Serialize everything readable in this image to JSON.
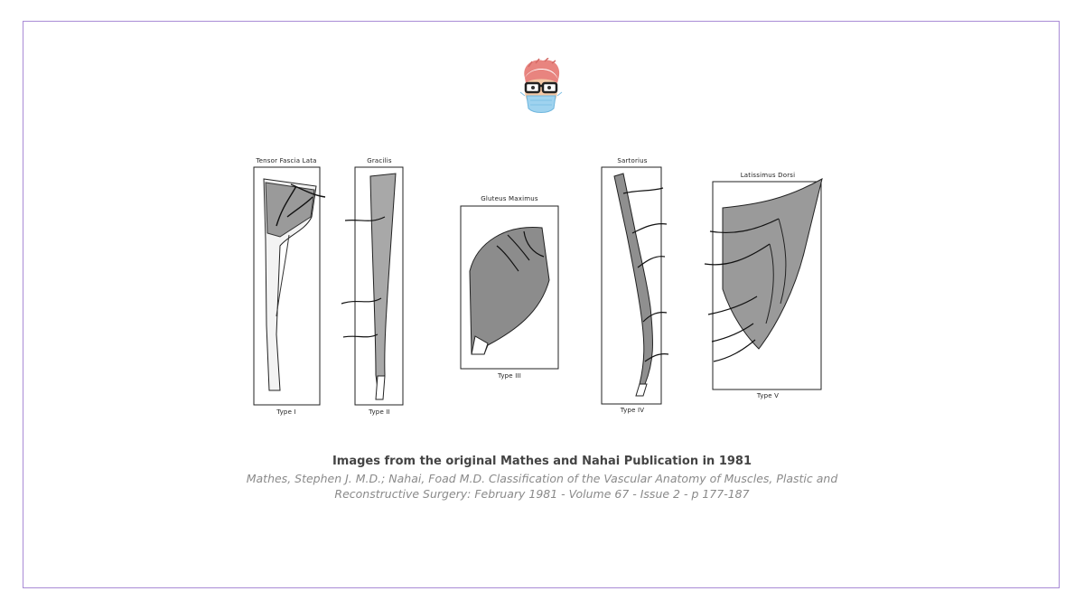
{
  "figure": {
    "panels": [
      {
        "muscle": "Tensor Fascia Lata",
        "type": "Type I"
      },
      {
        "muscle": "Gracilis",
        "type": "Type II"
      },
      {
        "muscle": "Gluteus Maximus",
        "type": "Type III"
      },
      {
        "muscle": "Sartorius",
        "type": "Type IV"
      },
      {
        "muscle": "Latissimus Dorsi",
        "type": "Type V"
      }
    ]
  },
  "caption": {
    "title": "Images from the original Mathes and Nahai Publication in 1981",
    "citation": "Mathes, Stephen J. M.D.; Nahai, Foad M.D. Classification of the Vascular Anatomy of Muscles, Plastic and Reconstructive Surgery: February 1981 - Volume 67 - Issue 2 - p 177-187"
  },
  "logo": {
    "icon": "doctor-avatar-with-mask-icon"
  }
}
